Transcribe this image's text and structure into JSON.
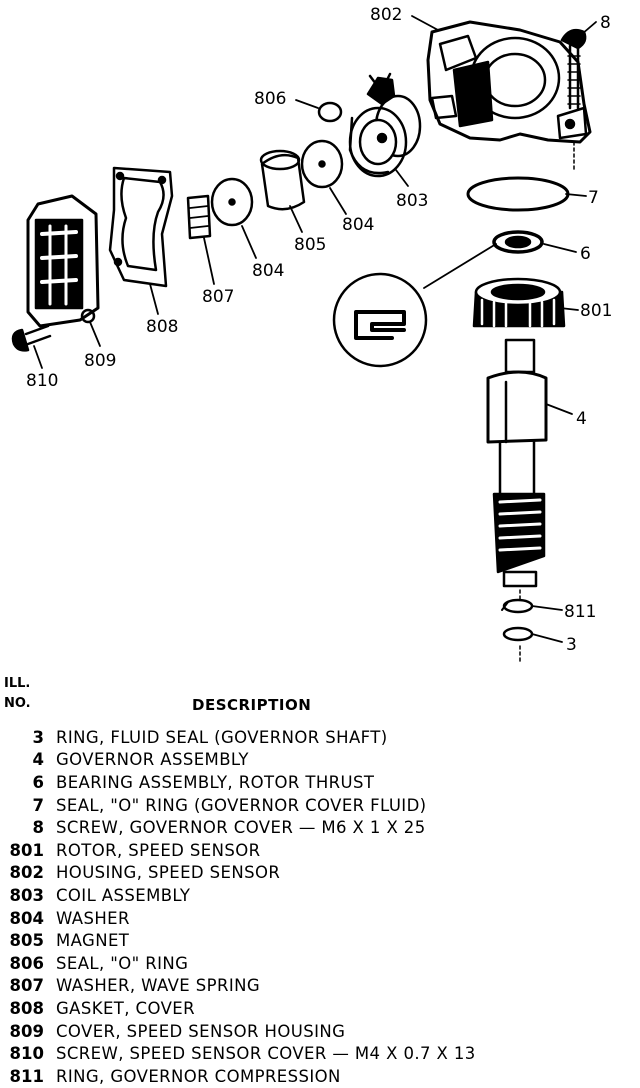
{
  "diagram": {
    "callouts": {
      "c802": "802",
      "c8": "8",
      "c806": "806",
      "c803": "803",
      "c804a": "804",
      "c7": "7",
      "c805": "805",
      "c804b": "804",
      "c6": "6",
      "c807": "807",
      "c808": "808",
      "c801": "801",
      "c809": "809",
      "c810": "810",
      "c4": "4",
      "c811": "811",
      "c3": "3"
    }
  },
  "legend": {
    "header_ill": "ILL.",
    "header_no": "NO.",
    "header_description": "DESCRIPTION",
    "items": [
      {
        "no": "3",
        "desc": "RING, FLUID SEAL (GOVERNOR SHAFT)"
      },
      {
        "no": "4",
        "desc": "GOVERNOR ASSEMBLY"
      },
      {
        "no": "6",
        "desc": "BEARING ASSEMBLY, ROTOR THRUST"
      },
      {
        "no": "7",
        "desc": "SEAL, \"O\" RING (GOVERNOR COVER FLUID)"
      },
      {
        "no": "8",
        "desc": "SCREW, GOVERNOR COVER — M6 X 1 X 25"
      },
      {
        "no": "801",
        "desc": "ROTOR, SPEED SENSOR"
      },
      {
        "no": "802",
        "desc": "HOUSING, SPEED SENSOR"
      },
      {
        "no": "803",
        "desc": "COIL ASSEMBLY"
      },
      {
        "no": "804",
        "desc": "WASHER"
      },
      {
        "no": "805",
        "desc": "MAGNET"
      },
      {
        "no": "806",
        "desc": "SEAL, \"O\" RING"
      },
      {
        "no": "807",
        "desc": "WASHER, WAVE SPRING"
      },
      {
        "no": "808",
        "desc": "GASKET, COVER"
      },
      {
        "no": "809",
        "desc": "COVER, SPEED SENSOR HOUSING"
      },
      {
        "no": "810",
        "desc": "SCREW, SPEED SENSOR COVER — M4 X 0.7 X 13"
      },
      {
        "no": "811",
        "desc": "RING, GOVERNOR COMPRESSION"
      }
    ]
  }
}
